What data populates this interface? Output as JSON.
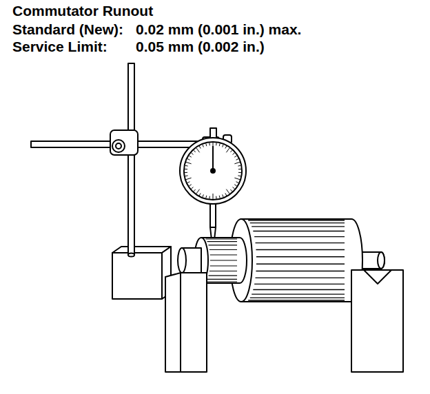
{
  "diagram": {
    "title": "Commutator Runout",
    "labels": [
      "Standard (New):",
      "0.02 mm (0.001 in.) max.",
      "Service Limit:",
      "0.05 mm (0.002 in.)"
    ]
  }
}
